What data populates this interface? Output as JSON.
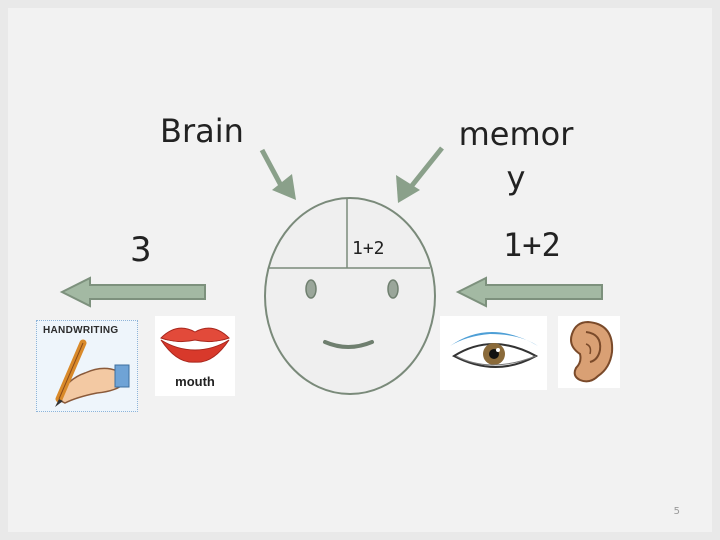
{
  "labels": {
    "brain": "Brain",
    "memory": "memor\ny",
    "three": "3",
    "input_step": "1+2",
    "brain_step": "1+2",
    "page_number": "5"
  },
  "cards": {
    "handwriting": {
      "title": "HANDWRITING"
    },
    "mouth": {
      "caption": "mouth"
    }
  },
  "colors": {
    "arrow_fill": "#a3b9a3",
    "arrow_stroke": "#7d917d",
    "pointer": "#8aa08a",
    "face_fill": "#efefef",
    "face_stroke": "#7a8a7a"
  }
}
